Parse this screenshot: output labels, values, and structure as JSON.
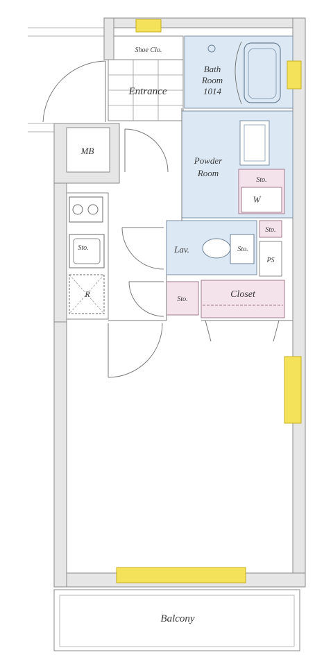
{
  "rooms": {
    "shoe_closet": "Shoe Clo.",
    "entrance": "Entrance",
    "bath_room_line1": "Bath",
    "bath_room_line2": "Room",
    "bath_room_line3": "1014",
    "mb": "MB",
    "powder_room_line1": "Powder",
    "powder_room_line2": "Room",
    "storage": "Sto.",
    "washer": "W",
    "lavatory": "Lav.",
    "ps": "PS",
    "refrigerator": "R",
    "closet": "Closet",
    "balcony": "Balcony"
  },
  "colors": {
    "window": "#f4e25a",
    "wet_area": "#dce9f5",
    "storage_area": "#f5e3ec",
    "wall": "#e6e6e6"
  }
}
